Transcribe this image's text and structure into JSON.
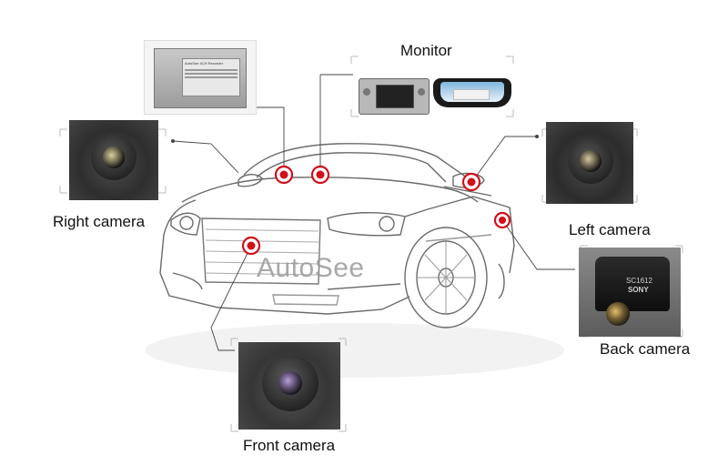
{
  "brand": {
    "watermark": "AutoSee"
  },
  "labels": {
    "monitor": "Monitor",
    "right_camera": "Right camera",
    "left_camera": "Left camera",
    "back_camera": "Back camera",
    "front_camera": "Front camera"
  },
  "device_box": {
    "label_line1": "AutoSee 4CH Recorder"
  },
  "back_camera_print": {
    "model": "SC1612",
    "brand": "SONY"
  },
  "colors": {
    "marker": "#d0101a",
    "outline": "#555555",
    "watermark": "#9a9a9a"
  }
}
